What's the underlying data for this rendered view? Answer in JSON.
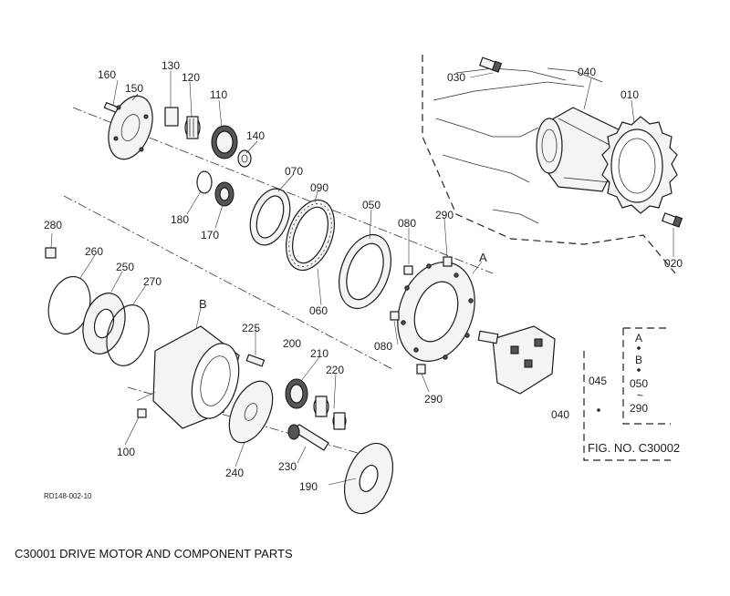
{
  "caption": "C30001 DRIVE MOTOR AND COMPONENT PARTS",
  "drawing_code": "RD148-002-10",
  "figure_ref": "FIG. NO. C30002",
  "part_labels": {
    "p010": "010",
    "p020": "020",
    "p030": "030",
    "p040": "040",
    "p045": "045",
    "p040b": "040",
    "p060": "060",
    "p070": "070",
    "p080a": "080",
    "p080b": "080",
    "p090": "090",
    "p050": "050",
    "p100": "100",
    "p110": "110",
    "p120": "120",
    "p130": "130",
    "p140": "140",
    "p150": "150",
    "p160": "160",
    "p170": "170",
    "p180": "180",
    "p190": "190",
    "p200": "200",
    "p210": "210",
    "p220": "220",
    "p225": "225",
    "p230": "230",
    "p240": "240",
    "p250": "250",
    "p260": "260",
    "p270": "270",
    "p280": "280",
    "p290a": "290",
    "p290b": "290"
  },
  "reference_marks": {
    "a_main": "A",
    "b_main": "B"
  },
  "legend_box": {
    "a": "A",
    "b": "B",
    "range_start": "050",
    "tilde": "~",
    "range_end": "290"
  }
}
